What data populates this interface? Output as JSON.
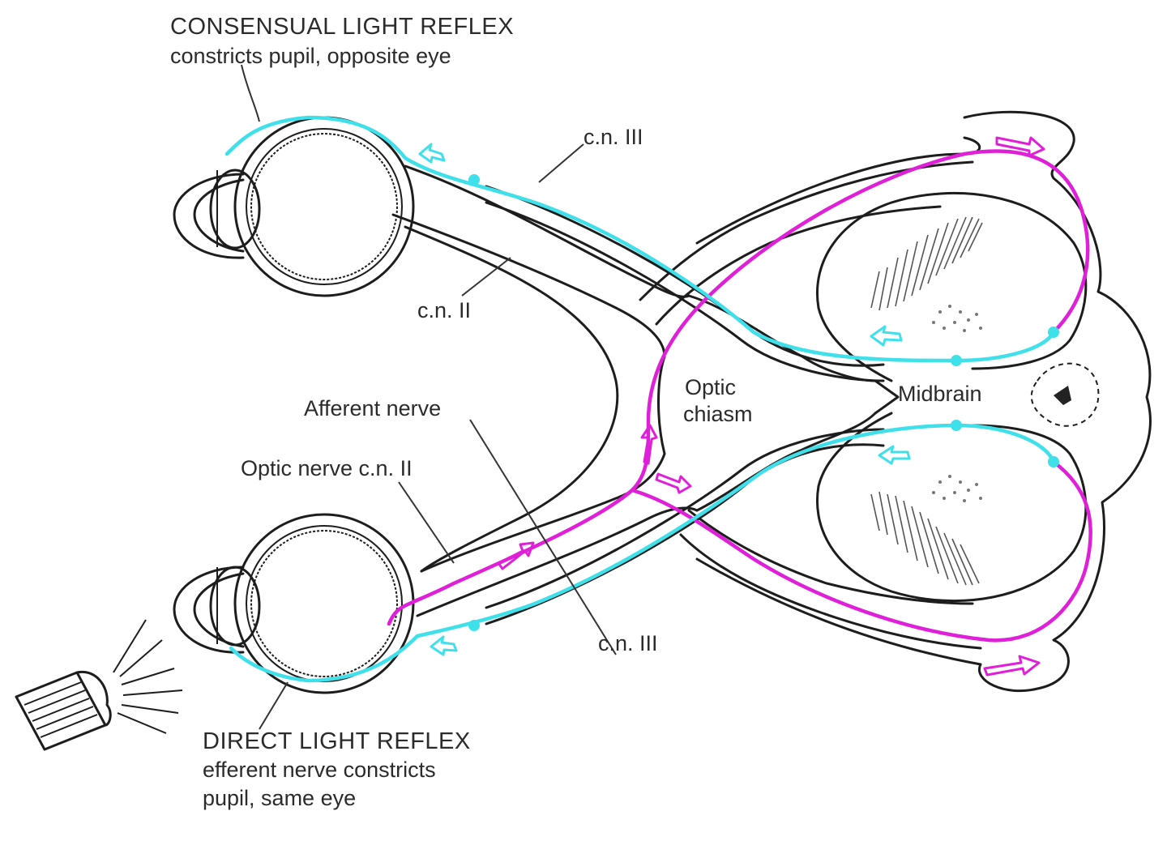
{
  "labels": {
    "consensual_title": "CONSENSUAL LIGHT REFLEX",
    "consensual_sub": "constricts pupil, opposite eye",
    "cn3_top": "c.n. III",
    "cn2_top": "c.n. II",
    "optic_line1": "Optic",
    "optic_line2": "chiasm",
    "midbrain": "Midbrain",
    "afferent": "Afferent nerve",
    "optic_nerve": "Optic nerve c.n. II",
    "cn3_bottom": "c.n. III",
    "direct_title": "DIRECT LIGHT REFLEX",
    "direct_sub1": "efferent nerve constricts",
    "direct_sub2": "pupil, same eye"
  },
  "colors": {
    "afferent_pathway": "#e020d8",
    "efferent_pathway": "#3fe0ea",
    "outline": "#1d1d1d",
    "background": "#ffffff"
  },
  "icons": {
    "light_source": "flashlight-icon",
    "eye": "eyeball-icon"
  }
}
